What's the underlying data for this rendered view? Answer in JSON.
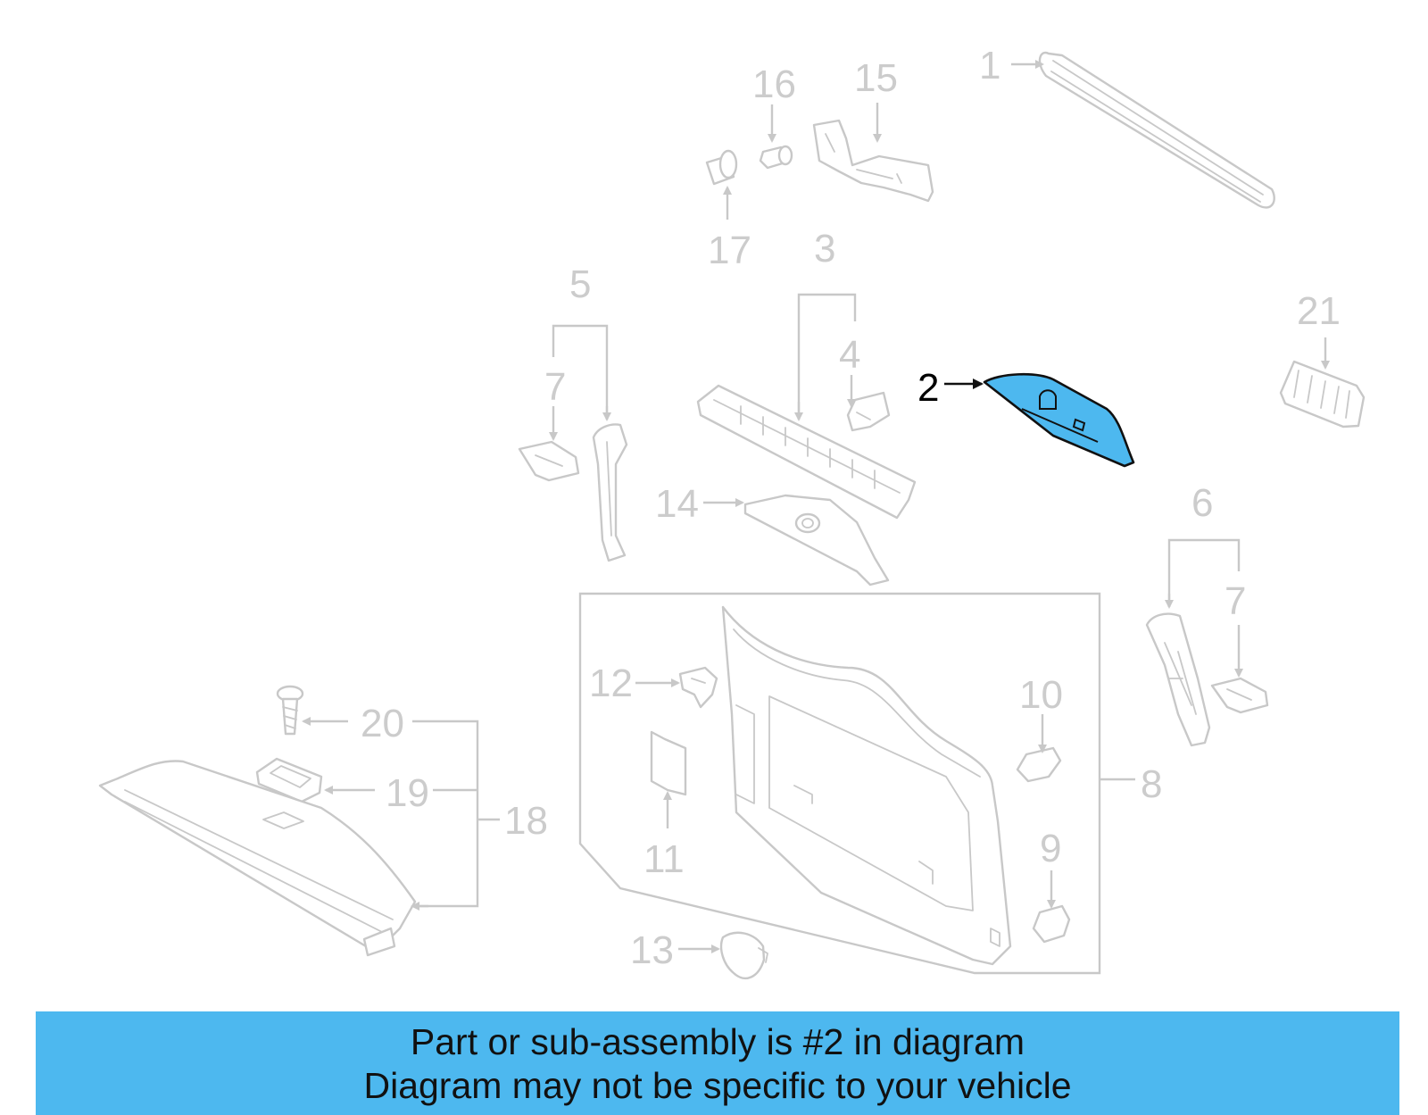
{
  "diagram": {
    "highlighted_part": "2",
    "highlight_color": "#4db8ef",
    "callouts": {
      "c1": "1",
      "c2": "2",
      "c3": "3",
      "c4": "4",
      "c5": "5",
      "c6": "6",
      "c7a": "7",
      "c7b": "7",
      "c8": "8",
      "c9": "9",
      "c10": "10",
      "c11": "11",
      "c12": "12",
      "c13": "13",
      "c14": "14",
      "c15": "15",
      "c16": "16",
      "c17": "17",
      "c18": "18",
      "c19": "19",
      "c20": "20",
      "c21": "21"
    }
  },
  "footer": {
    "line1": "Part or sub-assembly is #2 in diagram",
    "line2": "Diagram may not be specific to your vehicle",
    "background": "#4db8ef"
  }
}
